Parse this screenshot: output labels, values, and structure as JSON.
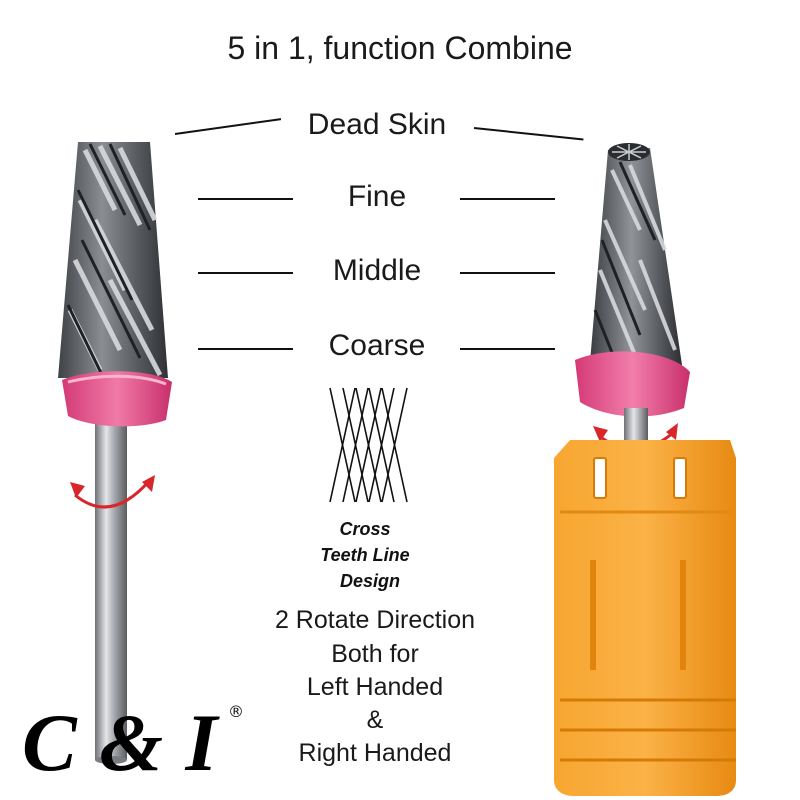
{
  "headline": "5 in 1, function Combine",
  "grades": [
    "Dead Skin",
    "Fine",
    "Middle",
    "Coarse"
  ],
  "cross_label": [
    "Cross",
    "Teeth Line",
    "Design"
  ],
  "direction_text": [
    "2 Rotate Direction",
    "Both for",
    "Left Handed",
    "&",
    "Right Handed"
  ],
  "brand": {
    "name": "C & I",
    "mark": "®"
  },
  "colors": {
    "carbide": "#5b5e63",
    "carbide_light": "#c9ccd0",
    "ring": "#e8508a",
    "holder": "#f49b1c",
    "holder_dark": "#d47a06",
    "arrow": "#d9262b"
  }
}
